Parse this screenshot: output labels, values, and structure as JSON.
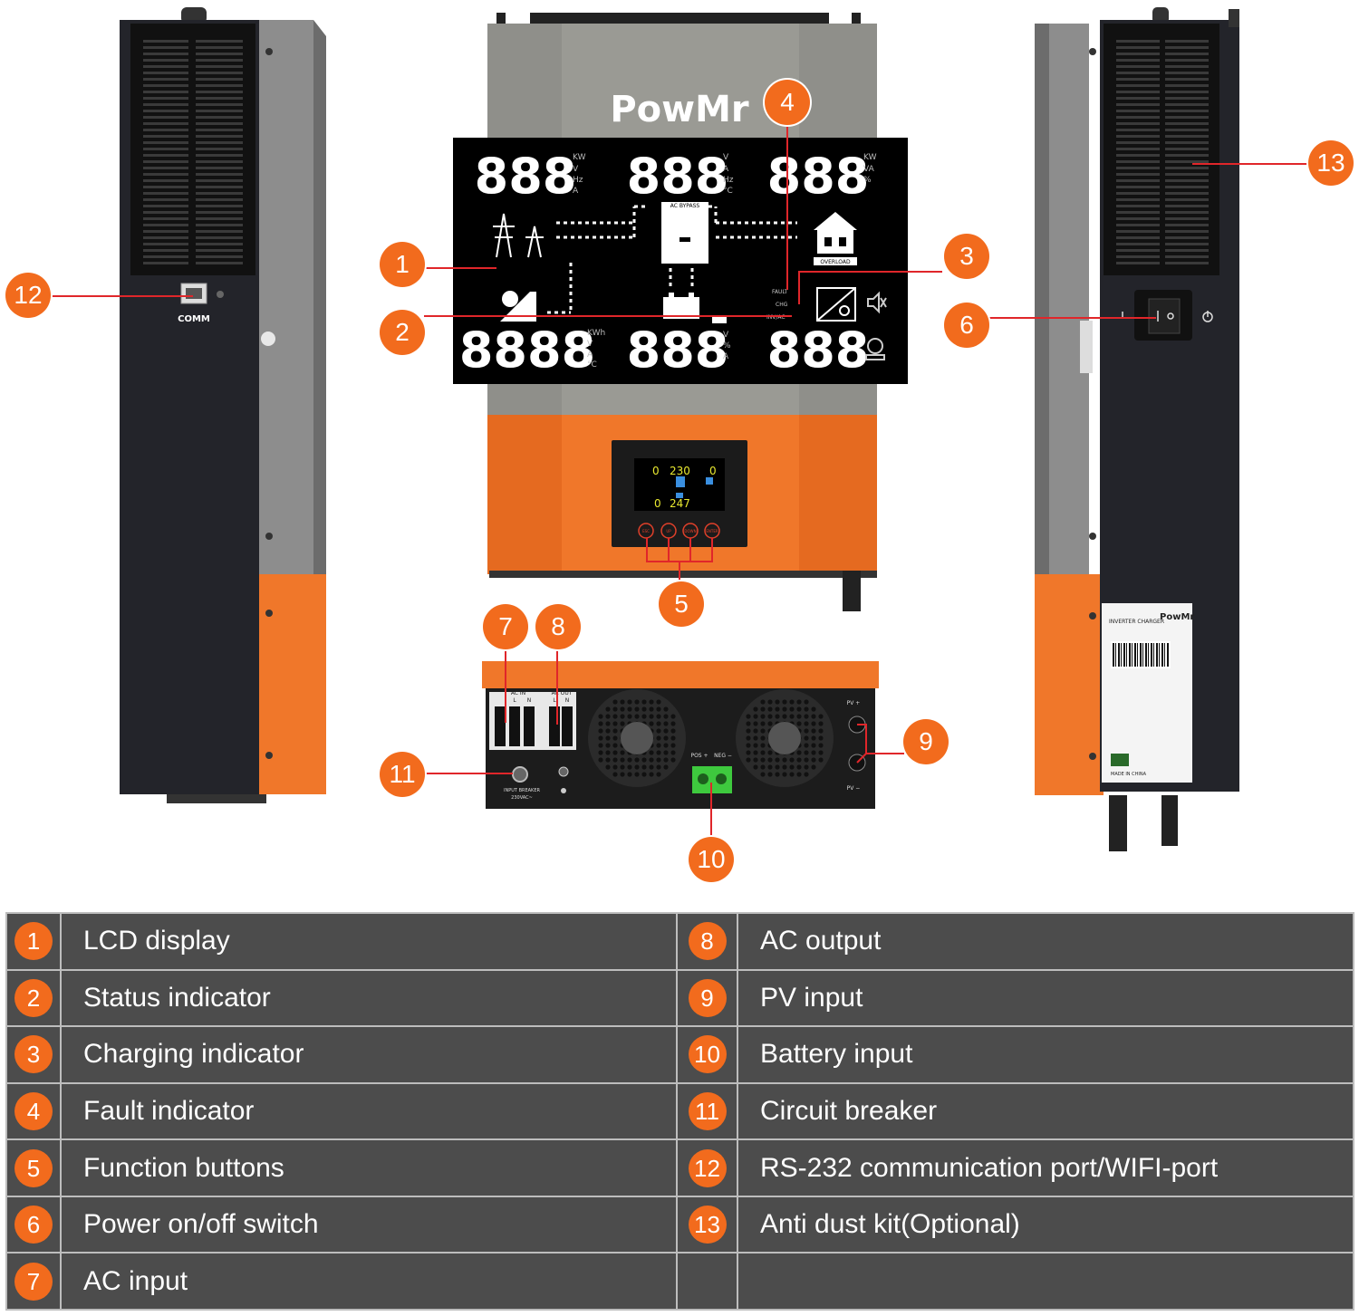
{
  "brand": "PowMr",
  "comm_label": "COMM",
  "lcd": {
    "seg_top": [
      "888",
      "888",
      "888"
    ],
    "seg_bottom": [
      "8888",
      "888",
      "888"
    ],
    "units_top_left": [
      "KW",
      "V",
      "Hz",
      "A"
    ],
    "units_top_mid": [
      "V",
      "A",
      "Hz",
      "°C"
    ],
    "units_top_right": [
      "KW",
      "VA",
      "%"
    ],
    "units_bottom_left": [
      "KWh",
      "V",
      "A",
      "°C"
    ],
    "units_bottom_mid": [
      "V",
      "%",
      "A"
    ],
    "ac_bypass": "AC BYPASS",
    "overload": "OVERLOAD",
    "fault": "FAULT",
    "chg": "CHG",
    "inv_ac": "INV/AC",
    "mini_values": [
      "0",
      "230",
      "0",
      "0",
      "247"
    ]
  },
  "buttons": [
    "ESC",
    "UP",
    "DOWN",
    "ENTER"
  ],
  "bottom_panel": {
    "ac_in": "AC IN",
    "ac_out": "AC OUT",
    "l": "L",
    "n": "N",
    "pos": "POS +",
    "neg": "NEG −",
    "pv_plus": "PV +",
    "pv_minus": "PV −",
    "breaker": "INPUT BREAKER",
    "breaker_rating": "230VAC~"
  },
  "label_sticker": {
    "title": "INVERTER CHARGER",
    "brand": "PowMr",
    "made": "MADE IN CHINA"
  },
  "markers": [
    "1",
    "2",
    "3",
    "4",
    "5",
    "6",
    "7",
    "8",
    "9",
    "10",
    "11",
    "12",
    "13"
  ],
  "legend": {
    "left": [
      {
        "num": "1",
        "text": "LCD display"
      },
      {
        "num": "2",
        "text": "Status indicator"
      },
      {
        "num": "3",
        "text": "Charging indicator"
      },
      {
        "num": "4",
        "text": "Fault indicator"
      },
      {
        "num": "5",
        "text": "Function buttons"
      },
      {
        "num": "6",
        "text": "Power on/off switch"
      },
      {
        "num": "7",
        "text": "AC input"
      }
    ],
    "right": [
      {
        "num": "8",
        "text": "AC output"
      },
      {
        "num": "9",
        "text": "PV input"
      },
      {
        "num": "10",
        "text": "Battery input"
      },
      {
        "num": "11",
        "text": "Circuit breaker"
      },
      {
        "num": "12",
        "text": "RS-232 communication port/WIFI-port"
      },
      {
        "num": "13",
        "text": "Anti dust kit(Optional)"
      }
    ]
  },
  "colors": {
    "orange": "#f26b1d",
    "dark_body": "#2a2b30",
    "grey_body": "#8c8c8c",
    "legend_bg": "#4c4c4c"
  }
}
